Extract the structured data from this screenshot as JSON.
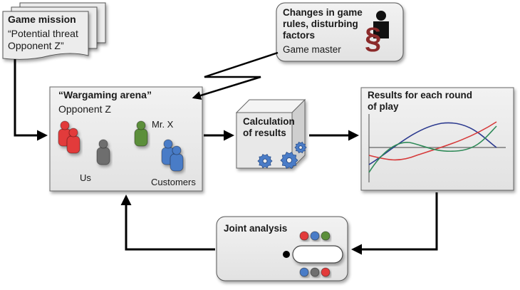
{
  "diagram": {
    "mission": {
      "title": "Game mission",
      "text_line1": "“Potential threat",
      "text_line2": "Opponent Z”"
    },
    "game_master": {
      "title_line1": "Changes in game",
      "title_line2": "rules, disturbing",
      "title_line3": "factors",
      "subtitle": "Game master",
      "symbol": "§"
    },
    "arena": {
      "title": "“Wargaming arena”",
      "opponent": "Opponent Z",
      "mr_x": "Mr. X",
      "us": "Us",
      "customers": "Customers"
    },
    "calculation": {
      "line1": "Calculation",
      "line2": "of results"
    },
    "results": {
      "title_line1": "Results for each round",
      "title_line2": "of play"
    },
    "joint": {
      "title": "Joint analysis"
    },
    "colors": {
      "red": "#e23b3b",
      "green": "#5b8f3a",
      "blue": "#4a7cc7",
      "gray": "#6e6e6e",
      "section": "#8b2a2a",
      "box": "#ececec"
    }
  }
}
